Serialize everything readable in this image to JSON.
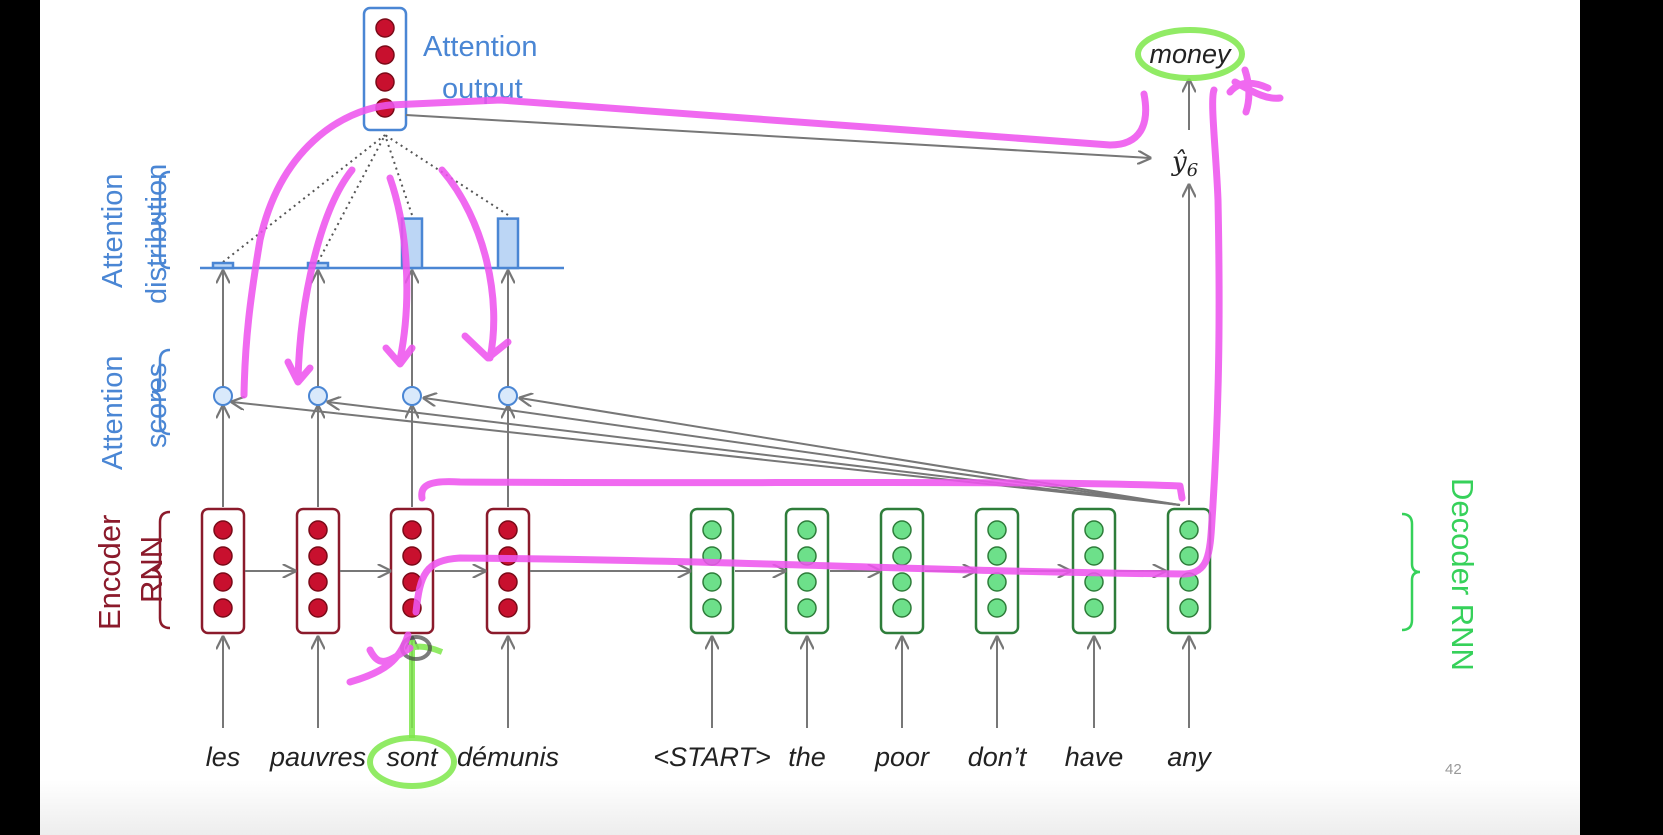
{
  "labels": {
    "attention_output": [
      "Attention",
      "output"
    ],
    "attention_distribution": [
      "Attention",
      "distribution"
    ],
    "attention_scores": [
      "Attention",
      "scores"
    ],
    "encoder_rnn": [
      "Encoder",
      "RNN"
    ],
    "decoder_rnn": "Decoder RNN",
    "output_word": "money",
    "y_hat": "ŷ",
    "y_hat_subscript": "6",
    "page_number": "42"
  },
  "encoder_words": [
    "les",
    "pauvres",
    "sont",
    "démunis"
  ],
  "decoder_words": [
    "<START>",
    "the",
    "poor",
    "don’t",
    "have",
    "any"
  ],
  "attention_distribution_values": [
    0.08,
    0.08,
    0.95,
    0.95
  ],
  "colors": {
    "encoder": "#8b1a2b",
    "encoder_dot": "#c8102e",
    "decoder": "#2e7d3a",
    "decoder_dot": "#6de08a",
    "attention": "#4a86d4",
    "attention_fill": "#bcd6f5",
    "annotation_pink": "#ee55ee",
    "annotation_green": "#7ee84a",
    "arrow": "#777777"
  }
}
